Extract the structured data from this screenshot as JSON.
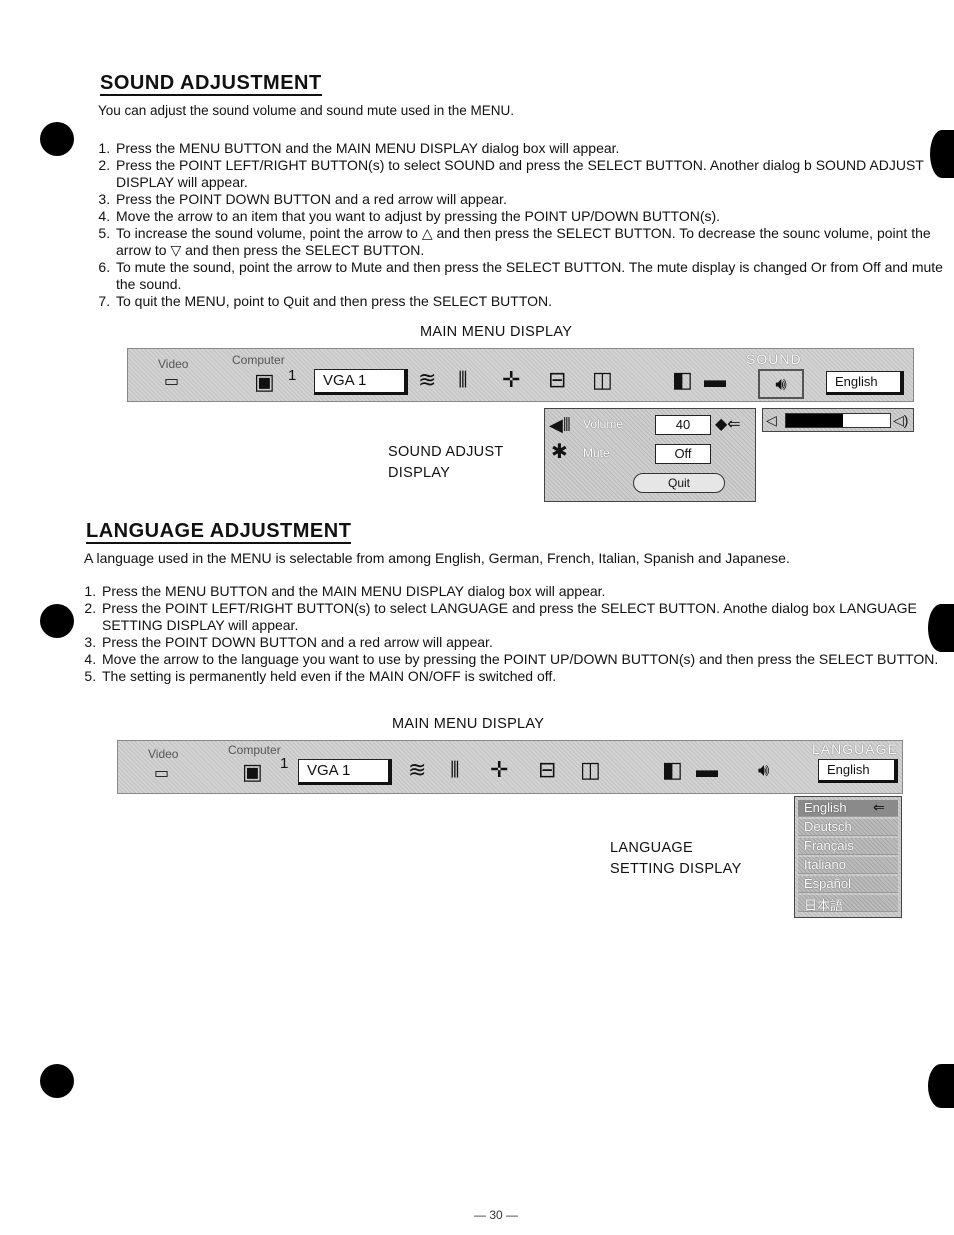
{
  "sound": {
    "title": "SOUND ADJUSTMENT",
    "intro": "You can adjust the sound volume and sound mute used in the MENU.",
    "steps": [
      "Press the MENU BUTTON and the MAIN MENU DISPLAY dialog box will appear.",
      "Press the POINT LEFT/RIGHT BUTTON(s) to select SOUND and press the SELECT BUTTON. Another dialog b SOUND ADJUST DISPLAY will appear.",
      "Press the POINT DOWN BUTTON and a red arrow will appear.",
      "Move the arrow to an item that you want to adjust by pressing the POINT UP/DOWN BUTTON(s).",
      "To increase the sound volume, point the arrow to △ and then press the SELECT BUTTON. To decrease the sounc volume, point the arrow to ▽ and then press the SELECT BUTTON.",
      "To mute the sound, point the arrow to Mute and then press the SELECT BUTTON. The mute display is changed Or from Off and mute the sound.",
      "To quit the MENU, point to Quit and then press the SELECT BUTTON."
    ],
    "caption_main": "MAIN MENU DISPLAY",
    "caption_adjust_1": "SOUND ADJUST",
    "caption_adjust_2": "DISPLAY",
    "menubar": {
      "video": "Video",
      "computer": "Computer",
      "input_num": "1",
      "input_value": "VGA 1",
      "active_title": "SOUND",
      "language_value": "English"
    },
    "panel": {
      "volume_label": "Volume",
      "volume_value": "40",
      "volume_level": 0.55,
      "mute_label": "Mute",
      "mute_value": "Off",
      "quit_label": "Quit"
    }
  },
  "language": {
    "title": "LANGUAGE ADJUSTMENT",
    "intro": "A language used in the MENU is selectable from among English, German, French, Italian, Spanish and Japanese.",
    "steps": [
      "Press the MENU BUTTON and the MAIN MENU DISPLAY dialog box will appear.",
      "Press the POINT LEFT/RIGHT BUTTON(s) to select LANGUAGE and press the SELECT BUTTON. Anothe dialog box LANGUAGE SETTING DISPLAY will appear.",
      "Press the POINT DOWN BUTTON and a red arrow will appear.",
      "Move the arrow to the language you want to use by pressing the POINT UP/DOWN BUTTON(s) and then press the SELECT BUTTON.",
      "The setting is permanently held even if the MAIN ON/OFF is switched off."
    ],
    "caption_main": "MAIN MENU DISPLAY",
    "caption_setting_1": "LANGUAGE",
    "caption_setting_2": "SETTING DISPLAY",
    "menubar": {
      "video": "Video",
      "computer": "Computer",
      "input_num": "1",
      "input_value": "VGA 1",
      "active_title": "LANGUAGE",
      "language_value": "English"
    },
    "options": [
      "English",
      "Deutsch",
      "Français",
      "Italiano",
      "Español",
      "日本語"
    ]
  },
  "page_number": "— 30 —"
}
